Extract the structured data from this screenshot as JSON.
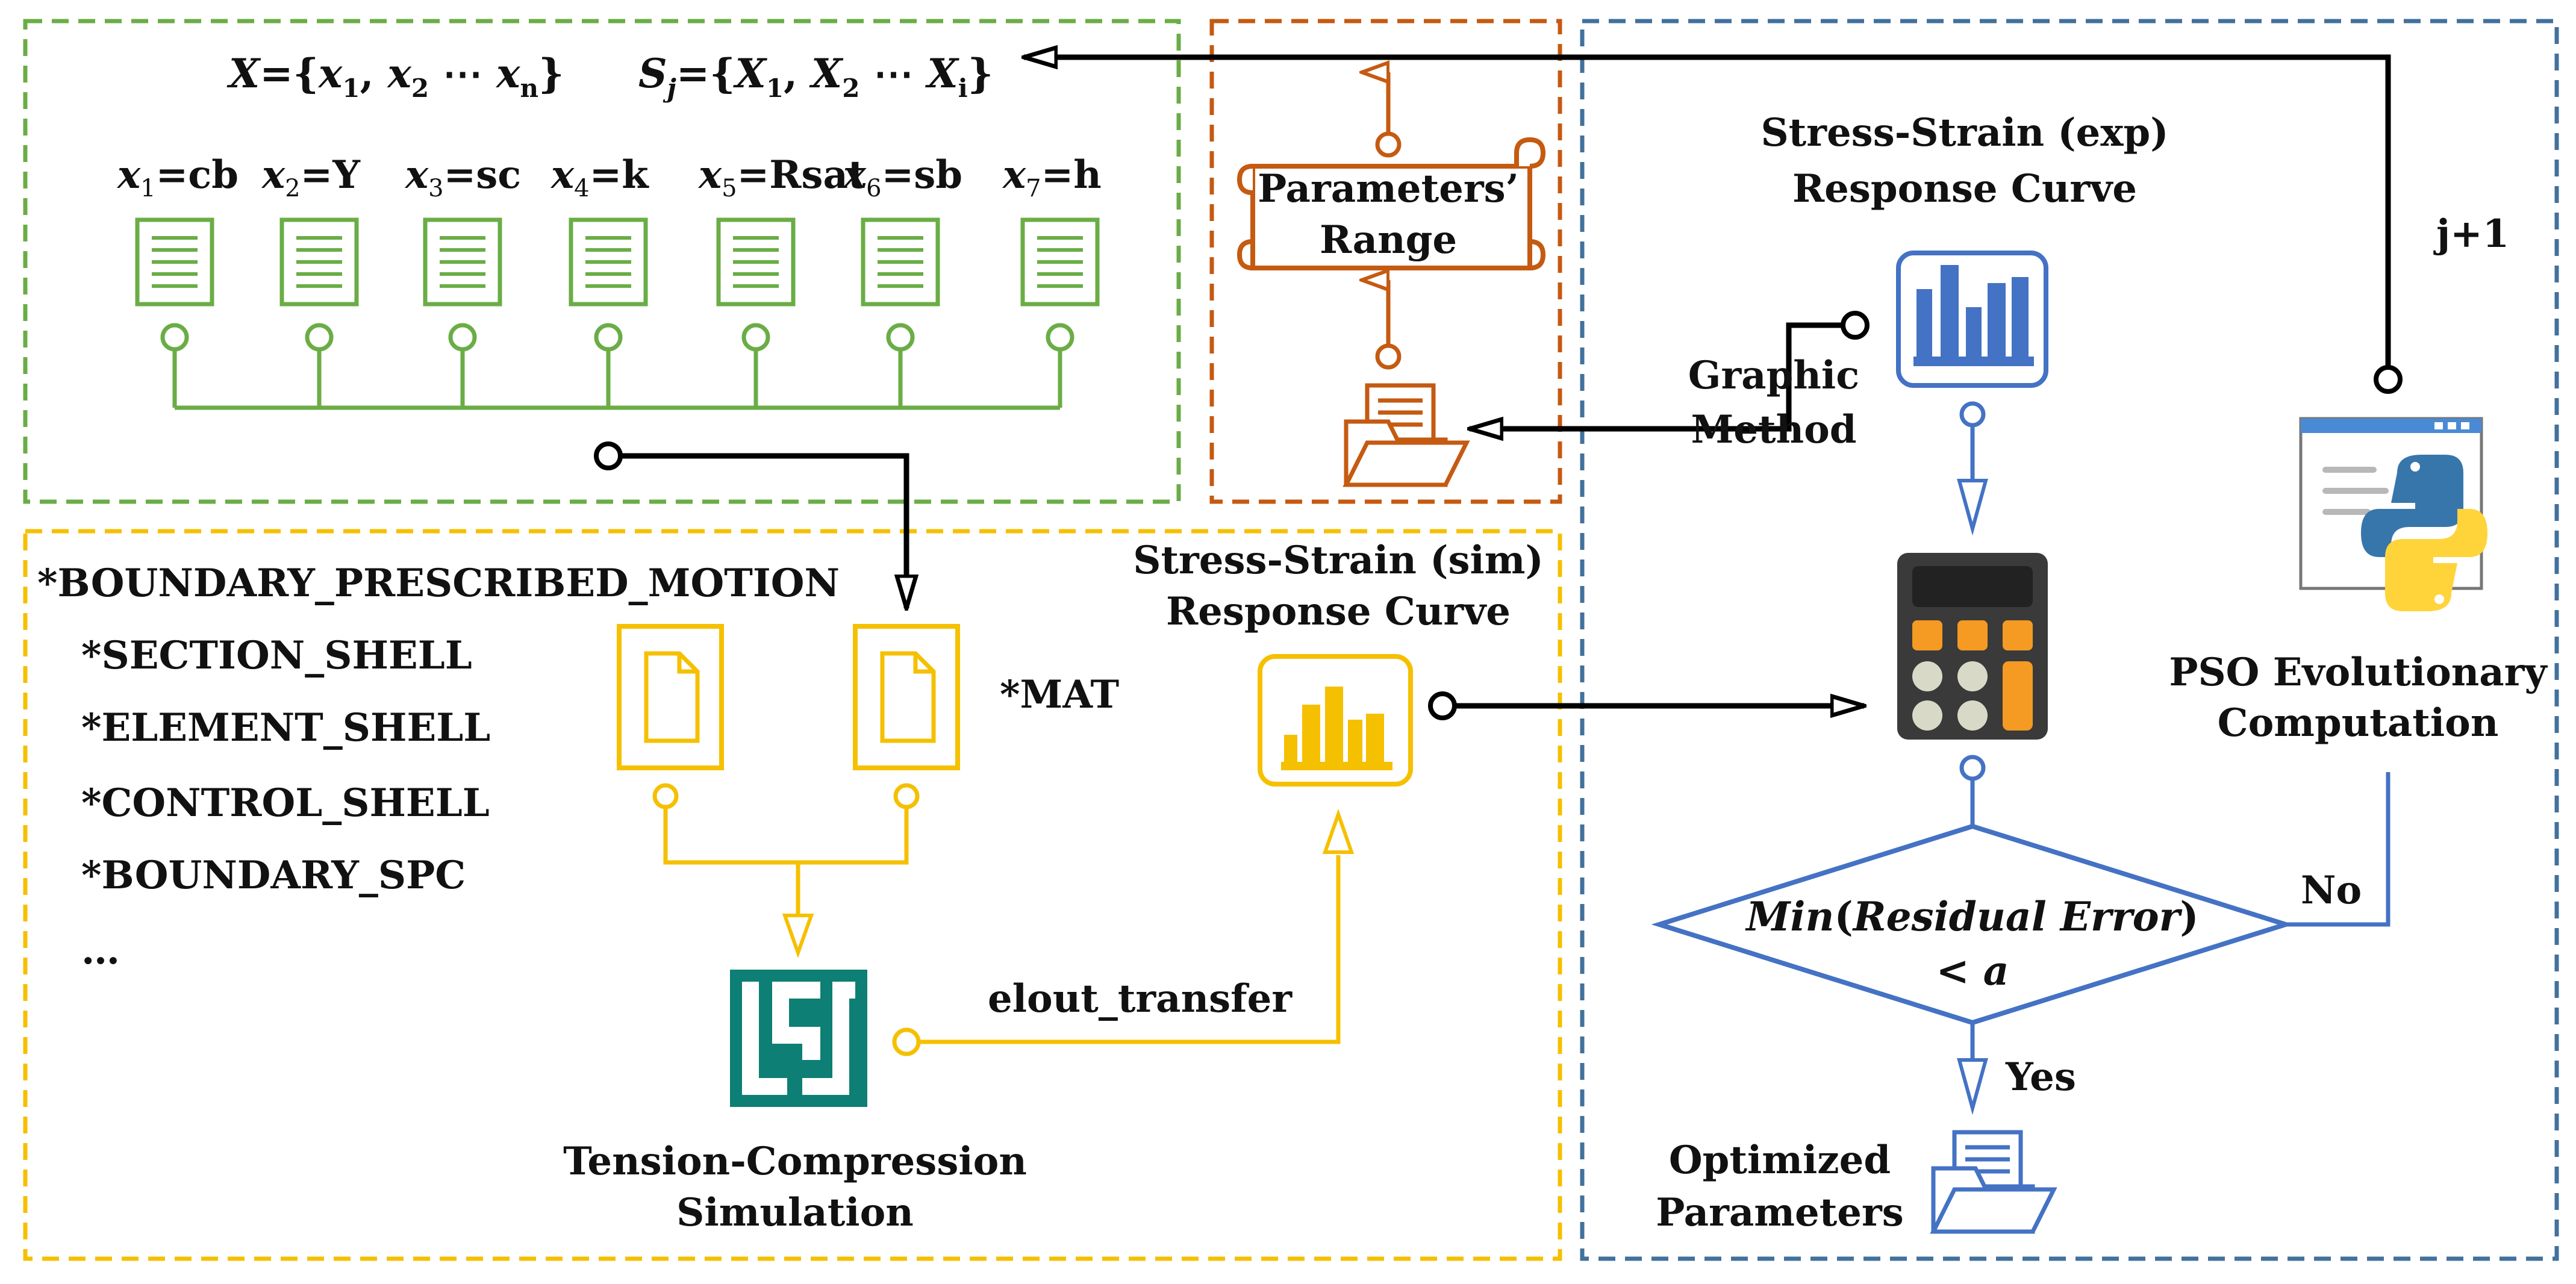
{
  "sets": {
    "x_prefix": "X",
    "x_open": "={",
    "x_first": "x",
    "x_first_sub": "1",
    "x_comma": ", ",
    "x_second": "x",
    "x_second_sub": "2",
    "x_dots": " ⋯ ",
    "x_last": "x",
    "x_last_sub": "n",
    "x_close": "}",
    "s_prefix": "S",
    "s_sub": "j",
    "s_open": "={",
    "s_first": "X",
    "s_first_sub": "1",
    "s_comma": ", ",
    "s_second": "X",
    "s_second_sub": "2",
    "s_dots": " ⋯ ",
    "s_last": "X",
    "s_last_sub": "i",
    "s_close": "}"
  },
  "parameters": [
    {
      "var": "x",
      "sub": "1",
      "name": "=cb"
    },
    {
      "var": "x",
      "sub": "2",
      "name": "=Y"
    },
    {
      "var": "x",
      "sub": "3",
      "name": "=sc"
    },
    {
      "var": "x",
      "sub": "4",
      "name": "=k"
    },
    {
      "var": "x",
      "sub": "5",
      "name": "=Rsat"
    },
    {
      "var": "x",
      "sub": "6",
      "name": "=sb"
    },
    {
      "var": "x",
      "sub": "7",
      "name": "=h"
    }
  ],
  "range_box": {
    "line1": "Parameters’",
    "line2": "Range"
  },
  "keywords": [
    "*BOUNDARY_PRESCRIBED_MOTION",
    "*SECTION_SHELL",
    "*ELEMENT_SHELL",
    "*CONTROL_SHELL",
    "*BOUNDARY_SPC",
    "…"
  ],
  "mat_label": "*MAT",
  "sim_curve": {
    "line1": "Stress-Strain (sim)",
    "line2": "Response Curve"
  },
  "exp_curve": {
    "line1": "Stress-Strain (exp)",
    "line2": "Response Curve"
  },
  "graphic_method": {
    "line1": "Graphic",
    "line2": "Method"
  },
  "simulation": {
    "line1": "Tension-Compression",
    "line2": "Simulation"
  },
  "elout_label": "elout_transfer",
  "pso": {
    "line1": "PSO Evolutionary",
    "line2": "Computation"
  },
  "iteration_label": "j+1",
  "decision": {
    "line1_min": "Min",
    "line1_open": "(",
    "line1_text": "Residual Error",
    "line1_close": ")",
    "line2": "< a"
  },
  "no_label": "No",
  "yes_label": "Yes",
  "optimized": {
    "line1": "Optimized",
    "line2": "Parameters"
  },
  "colors": {
    "green": "#6aad46",
    "orange": "#c55a11",
    "yellow": "#f5c000",
    "blue": "#4472c4",
    "darkblue": "#41719c",
    "teal": "#0e7f74",
    "black": "#000000",
    "calc_orange": "#f59a22",
    "calc_grey": "#d9d9c8"
  },
  "icons": [
    "document-icon",
    "file-icon",
    "folder-icon",
    "scroll-icon",
    "bar-chart-icon",
    "calculator-icon",
    "python-window-icon",
    "lsdyna-logo-icon"
  ]
}
